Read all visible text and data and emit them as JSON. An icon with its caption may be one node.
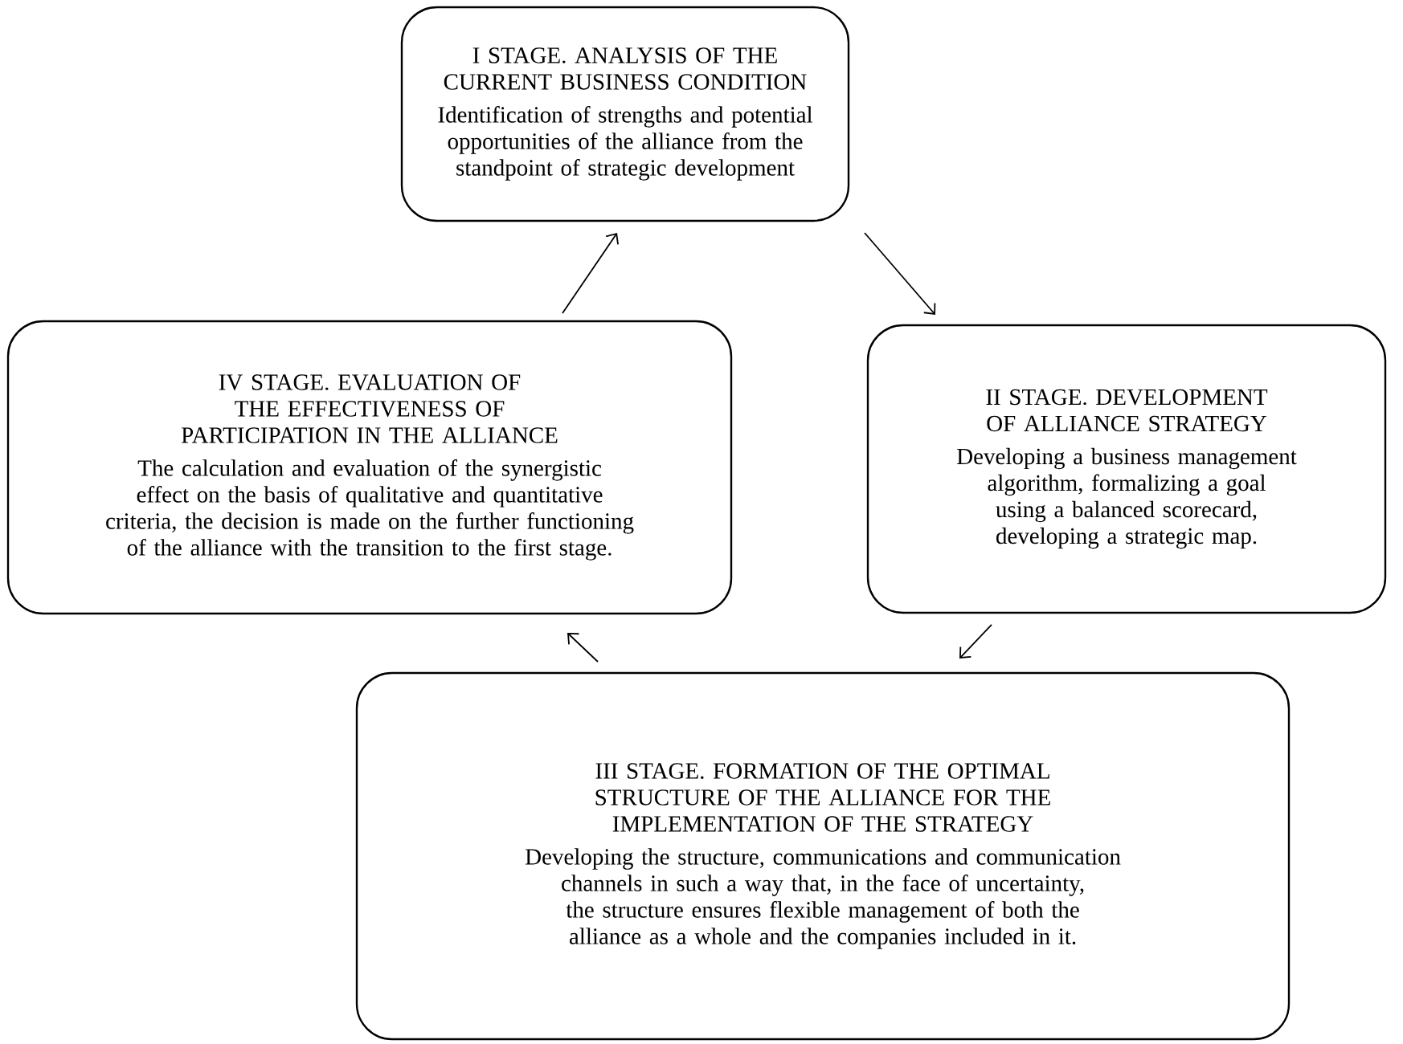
{
  "diagram": {
    "nodes": [
      {
        "text": [
          "I STAGE. ANALYSIS OF THE CURRENT BUSINESS CONDITION",
          "Identification of strengths and potential opportunities of the alliance from the standpoint of strategic development"
        ]
      },
      {
        "text": [
          "II STAGE. DEVELOPMENT OF ALLIANCE STRATEGY",
          "Developing a business management algorithm, formalizing a goal using a balanced scorecard, developing a strategic map."
        ]
      },
      {
        "text": [
          "III STAGE. FORMATION OF THE OPTIMAL STRUCTURE OF THE ALLIANCE FOR THE IMPLEMENTATION OF THE STRATEGY",
          "Developing the structure, communications and communication channels in such a way that, in the face of uncertainty, the structure ensures flexible management of both the alliance as a whole and the companies included in it."
        ]
      },
      {
        "text": [
          "IV STAGE. EVALUATION OF THE EFFECTIVENESS OF PARTICIPATION IN THE ALLIANCE",
          "The calculation and evaluation of the synergistic effect on the basis of qualitative and quantitative criteria, the decision is made on the further functioning of the alliance with the transition to the first stage."
        ]
      }
    ],
    "edges": [
      {
        "from": 0,
        "to": 1,
        "arrow": "to"
      },
      {
        "from": 1,
        "to": 2,
        "arrow": "to"
      },
      {
        "from": 2,
        "to": 3,
        "arrow": "to"
      },
      {
        "from": 3,
        "to": 0,
        "arrow": "to"
      }
    ]
  }
}
